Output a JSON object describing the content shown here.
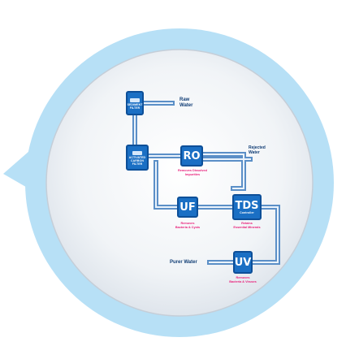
{
  "diagram": {
    "stages": {
      "sediment": {
        "label": "SEDIMENT FILTER"
      },
      "carbon": {
        "label": "ACTIVATED CARBON FILTER"
      },
      "ro": {
        "label": "RO"
      },
      "uf": {
        "label": "UF"
      },
      "tds": {
        "label": "TDS",
        "sub": "Controller"
      },
      "uv": {
        "label": "UV"
      }
    },
    "labels": {
      "raw_water_line1": "Raw",
      "raw_water_line2": "Water",
      "rejected_line1": "Rejected",
      "rejected_line2": "Water",
      "purer_water": "Purer Water"
    },
    "notes": {
      "ro_line1": "Removes Dissolved",
      "ro_line2": "Impurities",
      "uf_line1": "Removes",
      "uf_line2": "Bacteria & Cysts",
      "tds_line1": "Retains",
      "tds_line2": "Essential Minerals",
      "uv_line1": "Removes",
      "uv_line2": "Bacteria & Viruses"
    },
    "colors": {
      "bubble_outer": "#b7e0f6",
      "bubble_inner": "#eef2f6",
      "stage_block": "#1a6fc4",
      "pipe": "#5b8fc7",
      "note_text": "#e8207a",
      "label_text": "#123e76"
    }
  }
}
